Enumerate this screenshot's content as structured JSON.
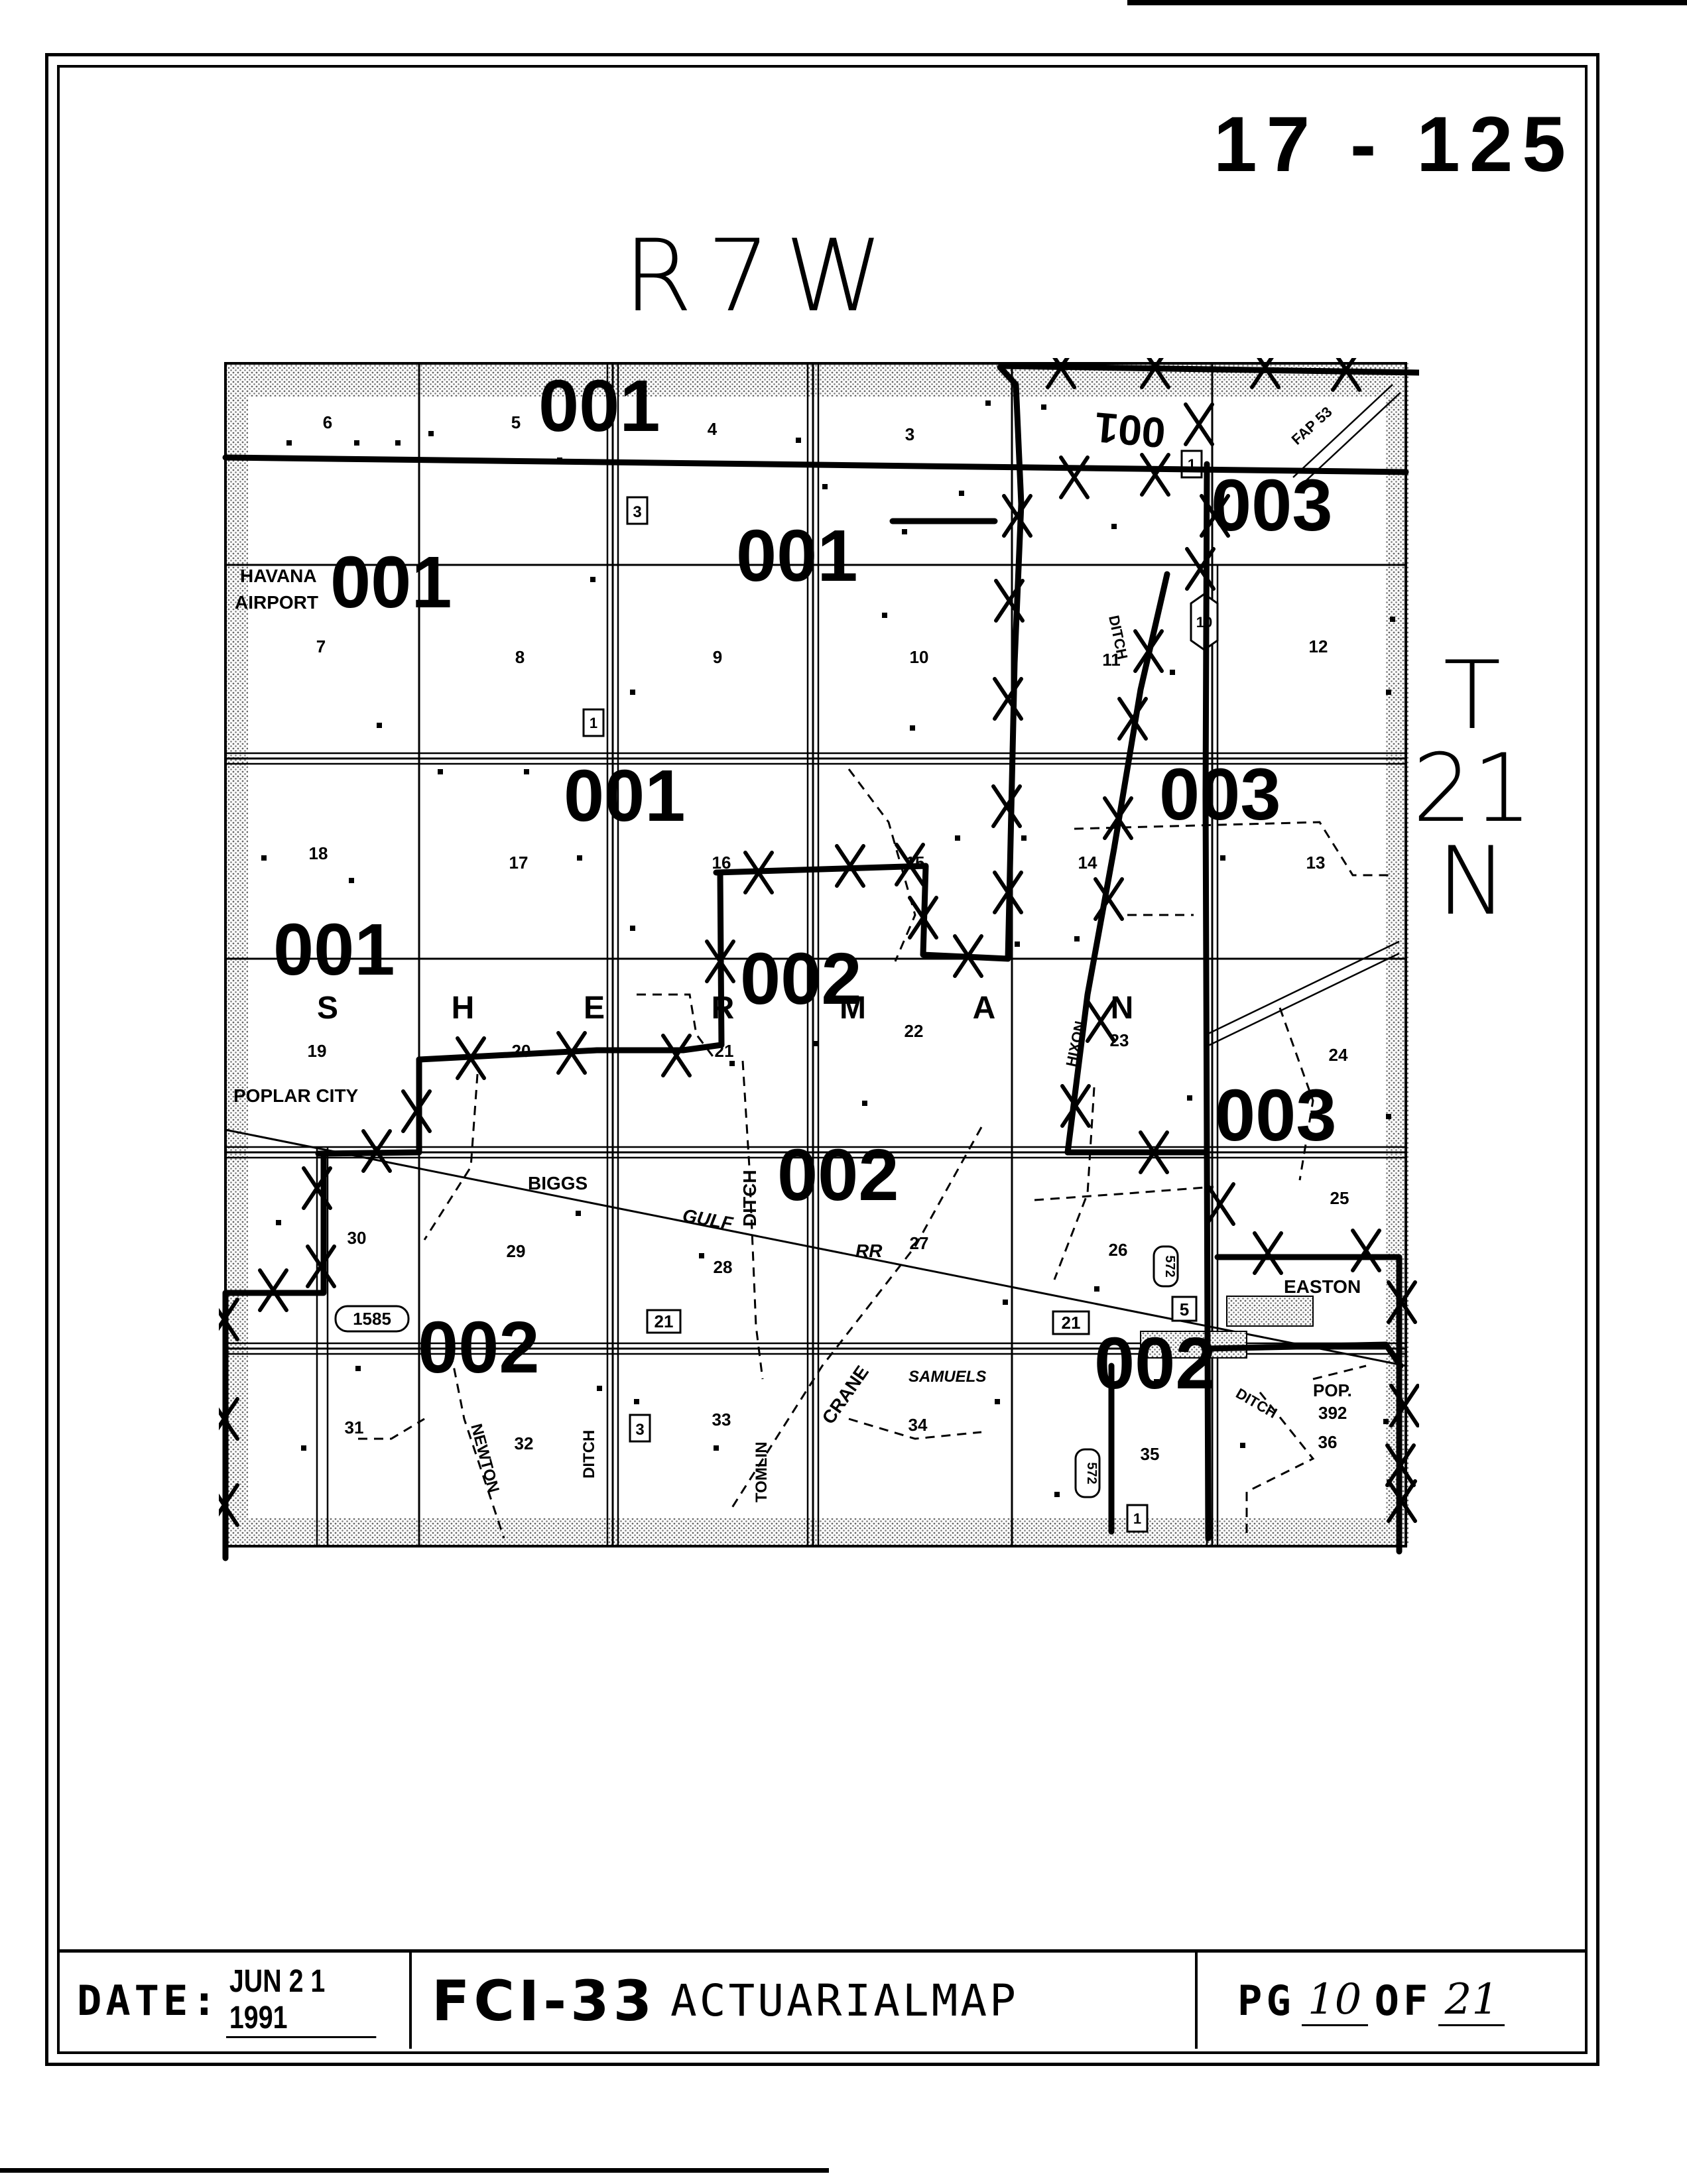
{
  "map_number": "17 - 125",
  "range_label": "R7W",
  "township_label": "T\n21\nN",
  "township_name_letters": [
    "S",
    "H",
    "E",
    "R",
    "M",
    "A",
    "N"
  ],
  "section_numbers": [
    "6",
    "5",
    "4",
    "3",
    "7",
    "8",
    "9",
    "10",
    "11",
    "12",
    "18",
    "17",
    "16",
    "15",
    "14",
    "13",
    "19",
    "20",
    "21",
    "22",
    "23",
    "24",
    "30",
    "29",
    "28",
    "27",
    "26",
    "25",
    "31",
    "32",
    "33",
    "34",
    "35",
    "36"
  ],
  "zone_labels": [
    {
      "id": "z1",
      "text": "001"
    },
    {
      "id": "z2",
      "text": "001"
    },
    {
      "id": "z3",
      "text": "001"
    },
    {
      "id": "z4",
      "text": "001"
    },
    {
      "id": "z5",
      "text": "001"
    },
    {
      "id": "z6",
      "text": "001"
    },
    {
      "id": "z7",
      "text": "002"
    },
    {
      "id": "z8",
      "text": "002"
    },
    {
      "id": "z9",
      "text": "002"
    },
    {
      "id": "z10",
      "text": "002"
    },
    {
      "id": "z11",
      "text": "003"
    },
    {
      "id": "z12",
      "text": "003"
    },
    {
      "id": "z13",
      "text": "003"
    }
  ],
  "place_labels": [
    "HAVANA",
    "AIRPORT",
    "POPLAR CITY",
    "BIGGS",
    "GULF",
    "DITCH",
    "RR",
    "CRANE",
    "SAMUELS",
    "EASTON",
    "POP.",
    "392",
    "NEWTON",
    "DITCH",
    "TOMLIN",
    "DITCH",
    "HIXON",
    "DITCH",
    "FAP 53"
  ],
  "route_shields": [
    "3",
    "1585",
    "21",
    "3",
    "21",
    "5",
    "572",
    "572",
    "10",
    "1",
    "1",
    "1"
  ],
  "footer": {
    "date_label": "DATE:",
    "date_value": "JUN 2 1 1991",
    "form_code": "FCI-33",
    "form_title": "ACTUARIALMAP",
    "page_label": "PG",
    "page_value": "10",
    "of_label": "OF",
    "page_total": "21"
  }
}
